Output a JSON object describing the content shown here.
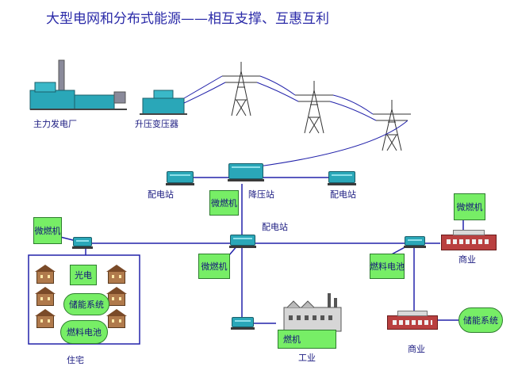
{
  "title": "大型电网和分布式能源——相互支撑、互惠互利",
  "labels": {
    "main_plant": "主力发电厂",
    "step_up_transformer": "升压变压器",
    "distribution_station_left": "配电站",
    "step_down_station": "降压站",
    "distribution_station_right": "配电站",
    "distribution_station_center": "配电站",
    "residential": "住宅",
    "industrial": "工业",
    "commercial_top": "商业",
    "commercial_bottom": "商业"
  },
  "components": {
    "micro_turbine_top": "微燃机",
    "micro_turbine_left": "微燃机",
    "micro_turbine_center": "微燃机",
    "micro_turbine_right": "微燃机",
    "fuel_cell_right": "燃料电池",
    "turbine_industrial": "燃机",
    "photovoltaic": "光电",
    "storage_residential": "储能系统",
    "fuel_cell_residential": "燃料电池",
    "storage_commercial": "储能系统"
  },
  "colors": {
    "title_text": "#2a2aa8",
    "label_text": "#1a1a80",
    "component_fill": "#77ee66",
    "grid_line": "#2222aa",
    "equipment": "#2aa7b8",
    "building_red": "#b94040",
    "house_brown": "#b07a4c"
  },
  "icons": [
    "power-plant-icon",
    "transformer-icon",
    "transmission-tower-icon",
    "substation-icon",
    "house-icon",
    "factory-icon",
    "commercial-building-icon"
  ]
}
